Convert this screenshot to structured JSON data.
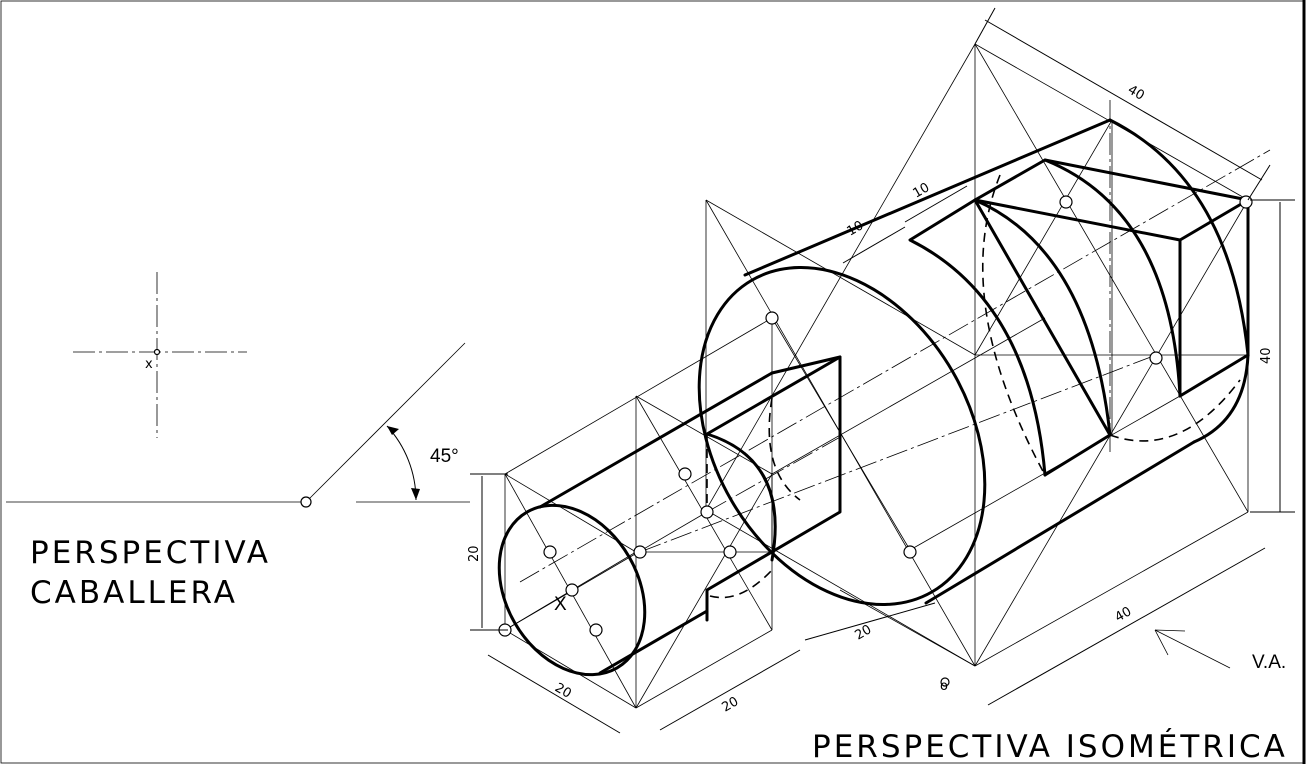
{
  "left_view": {
    "title_line1": "PERSPECTIVA",
    "title_line2": "CABALLERA",
    "angle_label": "45°",
    "point_label": "x"
  },
  "main_view": {
    "title": "PERSPECTIVA ISOMÉTRICA",
    "view_direction_label": "V.A.",
    "point_label": "X",
    "origin_label": "o"
  },
  "dimensions": {
    "top_width": "40",
    "right_height": "40",
    "small_cyl_height": "20",
    "small_diam_bottom": "20",
    "mid_step": "20",
    "base_small": "20",
    "base_large": "40",
    "slot_a": "10",
    "slot_b": "10"
  }
}
